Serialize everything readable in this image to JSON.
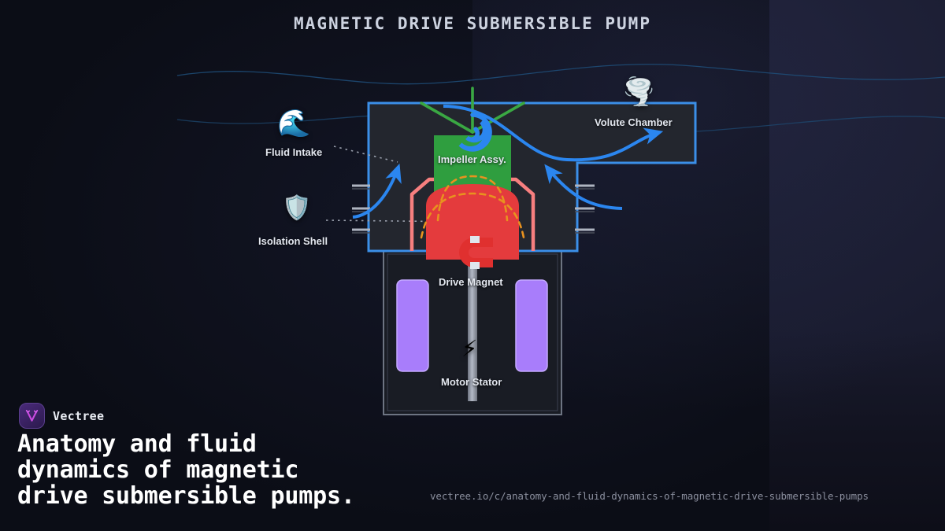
{
  "header": {
    "title": "MAGNETIC DRIVE SUBMERSIBLE PUMP"
  },
  "diagram": {
    "labels": {
      "fluid_intake": "Fluid Intake",
      "isolation_shell": "Isolation Shell",
      "impeller": "Impeller Assy.",
      "volute_chamber": "Volute Chamber",
      "drive_magnet": "Drive Magnet",
      "motor_stator": "Motor Stator"
    },
    "icons": {
      "fluid_intake": "wave-emoji",
      "isolation_shell": "shield-emoji",
      "volute_chamber": "tornado-emoji",
      "impeller": "spiral-icon",
      "drive_magnet": "magnet-icon",
      "motor_stator": "lightning-bolt-icon"
    },
    "glyphs": {
      "wave": "🌊",
      "shield": "🛡️",
      "tornado": "🌪️",
      "bolt": "⚡"
    },
    "colors": {
      "housing_outline": "#3b8fe8",
      "impeller_green": "#2f9e3f",
      "magnet_red": "#e0383a",
      "shell_salmon": "#f77f7f",
      "stator_purple": "#a87dfb",
      "flux_orange": "#e8921f",
      "flow_blue": "#2b86ef",
      "blade_green": "#3fae45",
      "shaft_gray": "#9aa0ad"
    }
  },
  "footer": {
    "brand": "Vectree",
    "headline_lines": [
      "Anatomy and fluid",
      "dynamics of magnetic",
      "drive submersible pumps."
    ],
    "url": "vectree.io/c/anatomy-and-fluid-dynamics-of-magnetic-drive-submersible-pumps"
  }
}
